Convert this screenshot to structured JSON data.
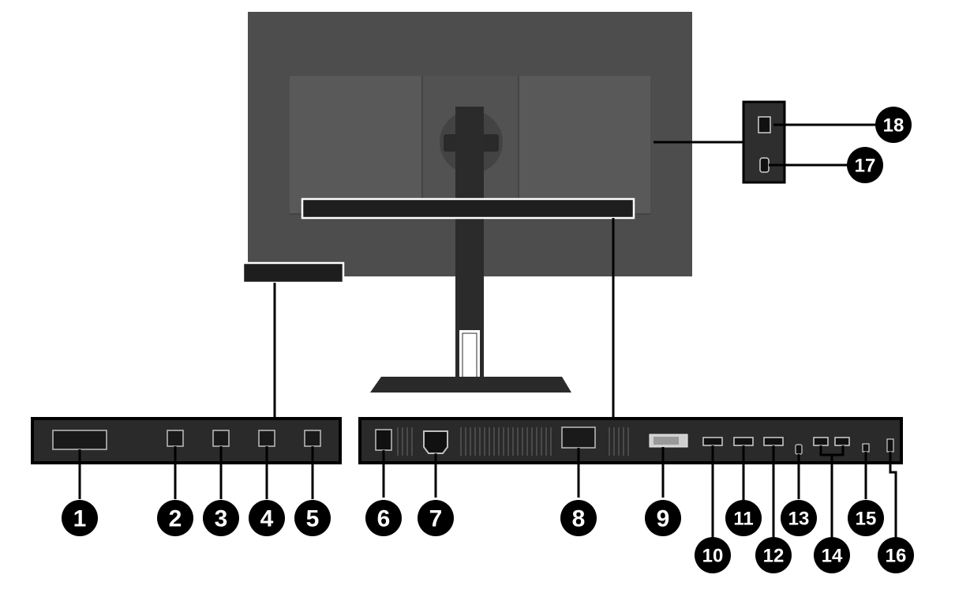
{
  "diagram": {
    "type": "monitor-rear-view-component-callouts",
    "colors": {
      "monitor_body": "#4d4d4d",
      "panel_shade": "#595959",
      "stand": "#222222",
      "strip": "#1f1f1f",
      "callout": "#000000",
      "line": "#000000"
    },
    "callouts": [
      {
        "number": "1"
      },
      {
        "number": "2"
      },
      {
        "number": "3"
      },
      {
        "number": "4"
      },
      {
        "number": "5"
      },
      {
        "number": "6"
      },
      {
        "number": "7"
      },
      {
        "number": "8"
      },
      {
        "number": "9"
      },
      {
        "number": "10"
      },
      {
        "number": "11"
      },
      {
        "number": "12"
      },
      {
        "number": "13"
      },
      {
        "number": "14"
      },
      {
        "number": "15"
      },
      {
        "number": "16"
      },
      {
        "number": "17"
      },
      {
        "number": "18"
      }
    ]
  }
}
